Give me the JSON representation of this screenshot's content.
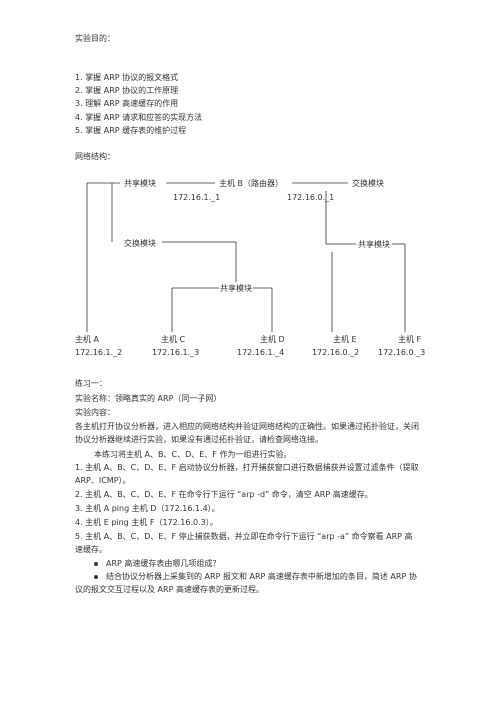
{
  "objectives": {
    "heading": "实验目的：",
    "items": [
      "1.  掌握 ARP 协议的报文格式",
      "2.  掌握 ARP 协议的工作原理",
      "3.  理解 ARP 高速缓存的作用",
      "4.  掌握 ARP 请求和应答的实现方法",
      "5.  掌握 ARP 缓存表的维护过程"
    ]
  },
  "network": {
    "heading": "网络结构：",
    "nodes": {
      "share1": "共享模块",
      "hostB": "主机 B（路由器）",
      "switch_right": "交换模块",
      "switch_left": "交换模块",
      "share_right": "共享模块",
      "share_mid": "共享模块"
    },
    "router_ips": [
      "172.16.1._1",
      "172.16.0._1"
    ],
    "hosts": [
      {
        "name": "主机 A",
        "ip": "172.16.1._2"
      },
      {
        "name": "主机 C",
        "ip": "172.16.1._3"
      },
      {
        "name": "主机 D",
        "ip": "172.16.1._4"
      },
      {
        "name": "主机 E",
        "ip": "172.16.0._2"
      },
      {
        "name": "主机 F",
        "ip": "172.16.0._3"
      }
    ]
  },
  "exercise": {
    "heading": "练习一：",
    "name": "实验名称：领略真实的 ARP（同一子网）",
    "content_label": "实验内容：",
    "intro": "各主机打开协议分析器，进入相应的网络结构并验证网络结构的正确性。如果通过拓扑验证，关闭协议分析器继续进行实验，如果没有通过拓扑验证，请检查网络连接。",
    "group": "本练习将主机 A、B、C、D、E、F 作为一组进行实验。",
    "steps": [
      "1.  主机 A、B、C、D、E、F 启动协议分析器，打开捕获窗口进行数据捕获并设置过滤条件（提取 ARP、ICMP）。",
      "2.  主机 A、B、C、D、E、F 在命令行下运行 “arp -d” 命令，清空 ARP 高速缓存。",
      "3.  主机 A ping  主机 D（172.16.1.4）。",
      "4.  主机 E ping  主机 F（172.16.0.3）。",
      "5.  主机 A、B、C、D、E、F 停止捕获数据，并立即在命令行下运行 “arp -a” 命令察看 ARP 高速缓存。"
    ],
    "bullets": [
      "ARP 高速缓存表由哪几项组成？",
      "结合协议分析器上采集到的 ARP 报文和 ARP 高速缓存表中新增加的条目，简述 ARP 协议的报文交互过程以及 ARP 高速缓存表的更新过程。"
    ]
  }
}
